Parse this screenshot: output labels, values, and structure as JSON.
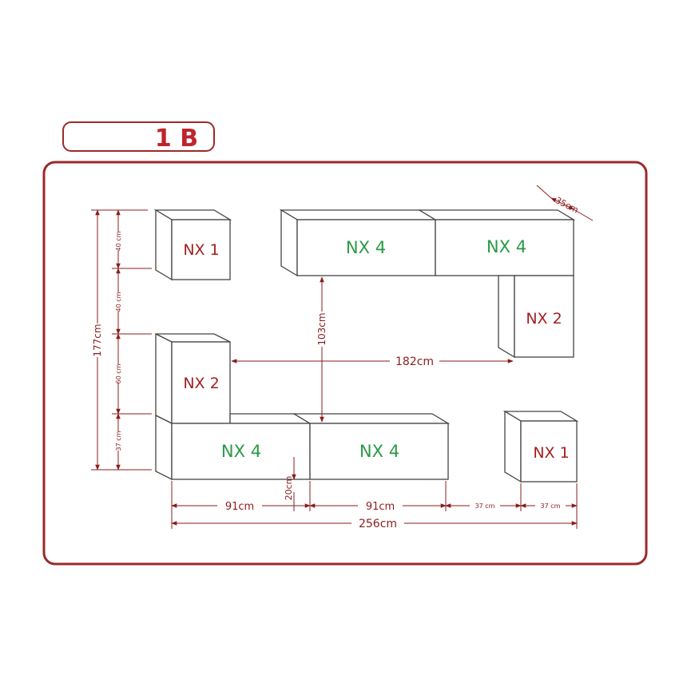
{
  "header": {
    "label": "1 B"
  },
  "colors": {
    "frame": "#9b2a2a",
    "dimension": "#8a1c1c",
    "nx1": "#a32020",
    "nx2": "#a32020",
    "nx4": "#2a9a45",
    "outline": "#444444"
  },
  "modules": {
    "nx1_top": "NX 1",
    "nx1_bottom": "NX 1",
    "nx2_left": "NX 2",
    "nx2_right": "NX 2",
    "nx4_top_left": "NX 4",
    "nx4_top_right": "NX 4",
    "nx4_bottom_left": "NX 4",
    "nx4_bottom_right": "NX 4"
  },
  "dimensions": {
    "depth": "35cm",
    "total_height": "177cm",
    "h1": "40 cm",
    "h2": "40 cm",
    "h3": "60 cm",
    "h4": "37 cm",
    "gap_vertical": "103cm",
    "span_horizontal": "182cm",
    "w1": "91cm",
    "w2": "91cm",
    "w3": "37 cm",
    "w4": "37 cm",
    "floor_gap": "20cm",
    "total_width": "256cm"
  }
}
